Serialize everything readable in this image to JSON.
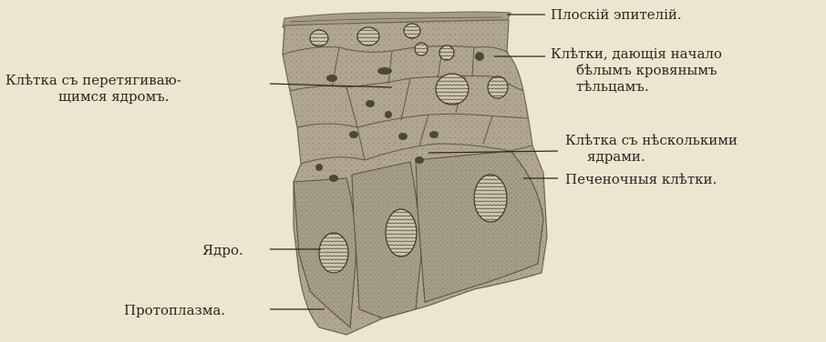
{
  "figure": {
    "labels": {
      "squamous": "Плоскій эпителій.",
      "white_cells_1": "Клѣтки, дающія начало",
      "white_cells_2": "бѣлымъ кровянымъ",
      "white_cells_3": "тѣльцамъ.",
      "constricting_1": "Клѣтка съ перетягиваю-",
      "constricting_2": "щимся ядромъ.",
      "multinuclear_1": "Клѣтка съ нѣсколькими",
      "multinuclear_2": "ядрами.",
      "liver": "Печеночныя клѣтки.",
      "nucleus": "Ядро.",
      "protoplasm": "Протоплазма."
    },
    "colors": {
      "background": "#ece5cf",
      "tissue": "#b3aa92",
      "tissue_dark": "#8f8670",
      "ink": "#2a2620"
    }
  }
}
